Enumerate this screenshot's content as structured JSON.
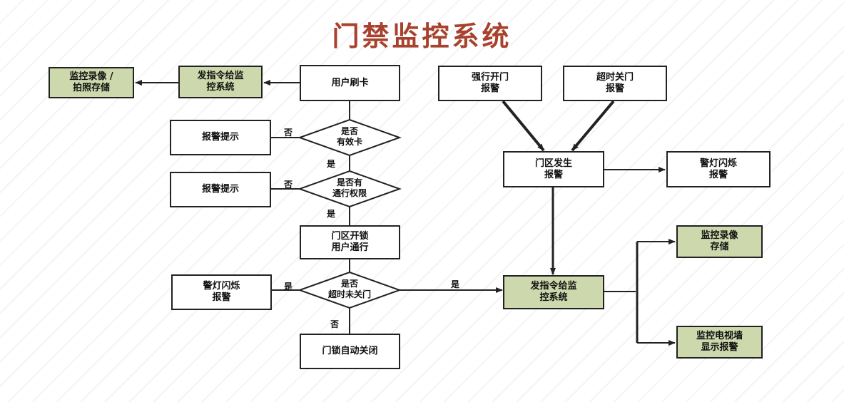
{
  "title": "门禁监控系统",
  "nodes": {
    "swipe": "用户刷卡",
    "cmd_top": "发指令给监\n控系统",
    "record_photo": "监控录像 /\n拍照存储",
    "valid_card": "是否\n有效卡",
    "alarm1": "报警提示",
    "permission": "是否有\n通行权限",
    "alarm2": "报警提示",
    "unlock": "门区开锁\n用户通行",
    "timeout": "是否\n超时未关门",
    "flash_left": "警灯闪烁\n报警",
    "auto_close": "门锁自动关闭",
    "force_open": "强行开门\n报警",
    "timeout_close": "超时关门\n报警",
    "door_alarm": "门区发生\n报警",
    "flash_right": "警灯闪烁\n报警",
    "cmd_right": "发指令给监\n控系统",
    "record_store": "监控录像\n存储",
    "tv_wall": "监控电视墙\n显示报警"
  },
  "labels": {
    "no1": "否",
    "yes1": "是",
    "no2": "否",
    "yes2": "是",
    "yes_left": "是",
    "yes_right": "是",
    "no3": "否"
  }
}
